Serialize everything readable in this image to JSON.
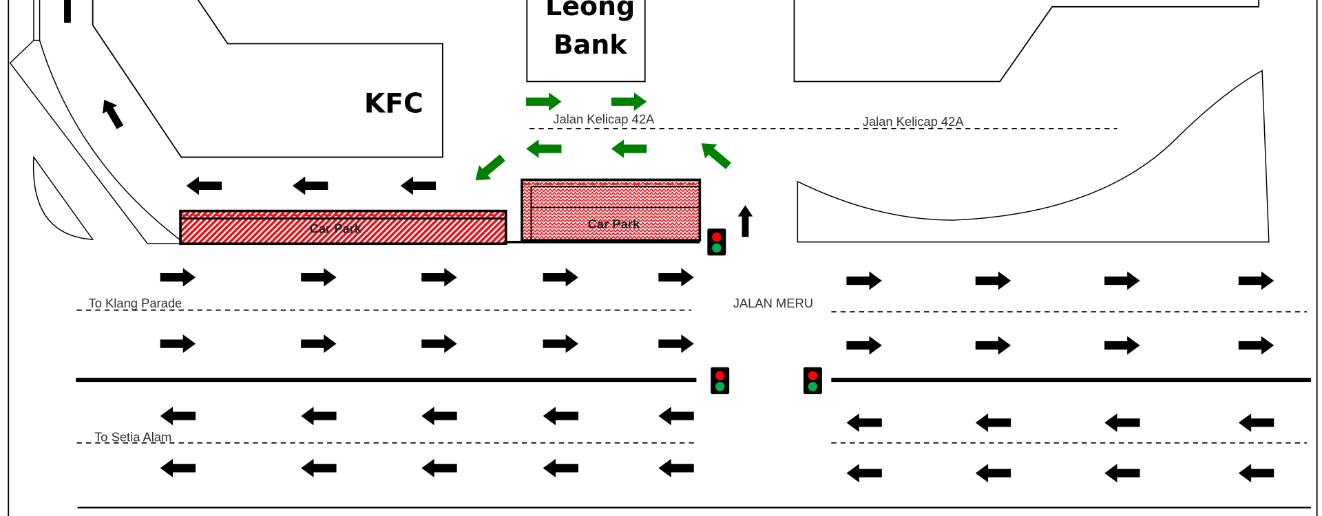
{
  "buildings": {
    "kfc": "KFC",
    "bank_line1": "Leong",
    "bank_line2": "Bank"
  },
  "streets": {
    "side_road_left": "Jalan Kelicap 42A",
    "side_road_right": "Jalan Kelicap 42A",
    "main_road": "JALAN MERU",
    "direction_top": "To Klang Parade",
    "direction_bottom": "To Setia Alam"
  },
  "car_parks": [
    "Car Park",
    "Car Park"
  ],
  "colors": {
    "flow_arrow": "#000000",
    "detour_arrow": "#008000",
    "car_park_fill": "#e8131a",
    "signal_red": "#ff0000",
    "signal_green": "#00b050"
  },
  "traffic_lights": 3
}
